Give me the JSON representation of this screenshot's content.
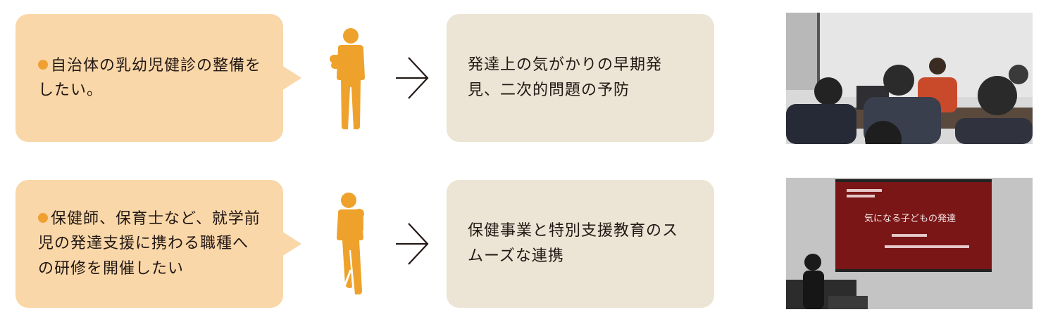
{
  "rows": [
    {
      "request": "自治体の乳幼児健診の整備をしたい。",
      "result": "発達上の気がかりの早期発見、二次的問題の予防"
    },
    {
      "request": "保健師、保育士など、就学前児の発達支援に携わる職種への研修を開催したい",
      "result": "保健事業と特別支援教育のスムーズな連携"
    }
  ],
  "colors": {
    "bubble": "#f9d7a8",
    "bullet": "#f0a033",
    "figure": "#eea22c",
    "result_box": "#ece4d4"
  },
  "icons": {
    "figure_1": "person-thinking-icon",
    "figure_2": "person-leaning-icon",
    "arrow": "arrow-right-icon"
  },
  "photos": [
    {
      "slide_text": ""
    },
    {
      "slide_text": "気になる子どもの発達"
    }
  ]
}
